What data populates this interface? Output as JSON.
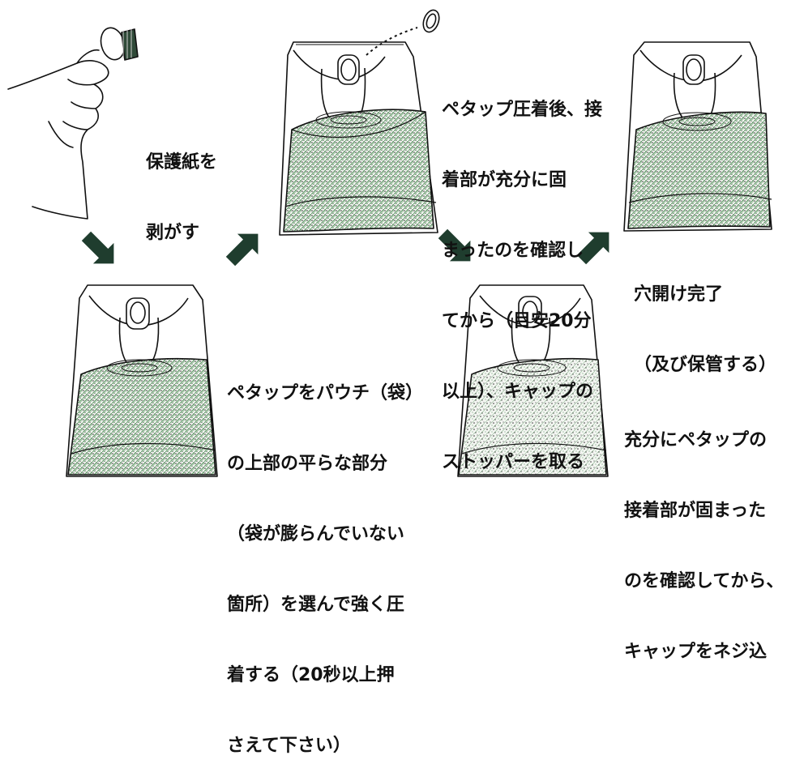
{
  "steps": {
    "step1": {
      "lines": [
        "保護紙を",
        "剥がす"
      ]
    },
    "step2": {
      "lines": [
        "ペタップをパウチ（袋）",
        "の上部の平らな部分",
        "（袋が膨らんでいない",
        "箇所）を選んで強く圧",
        "着する（20秒以上押",
        "さえて下さい）"
      ]
    },
    "step3": {
      "lines": [
        "ペタップ圧着後、接",
        "着部が充分に固",
        "まったのを確認し",
        "てから（目安20分",
        "以上）、キャップの",
        "ストッパーを取る"
      ]
    },
    "step4": {
      "lines": [
        "充分にペタップの",
        "接着部が固まった",
        "のを確認してから、",
        "キャップをネジ込"
      ]
    },
    "step5": {
      "lines": [
        "穴開け完了",
        "（及び保管する）"
      ]
    }
  },
  "colors": {
    "arrow": "#1f3d2e",
    "fill_green": "#2f7a3a",
    "ink": "#111111"
  },
  "icons": {
    "arrow": "bold-arrow-icon",
    "hand": "hand-peeling-icon",
    "pouch": "pouch-with-petap-icon"
  }
}
